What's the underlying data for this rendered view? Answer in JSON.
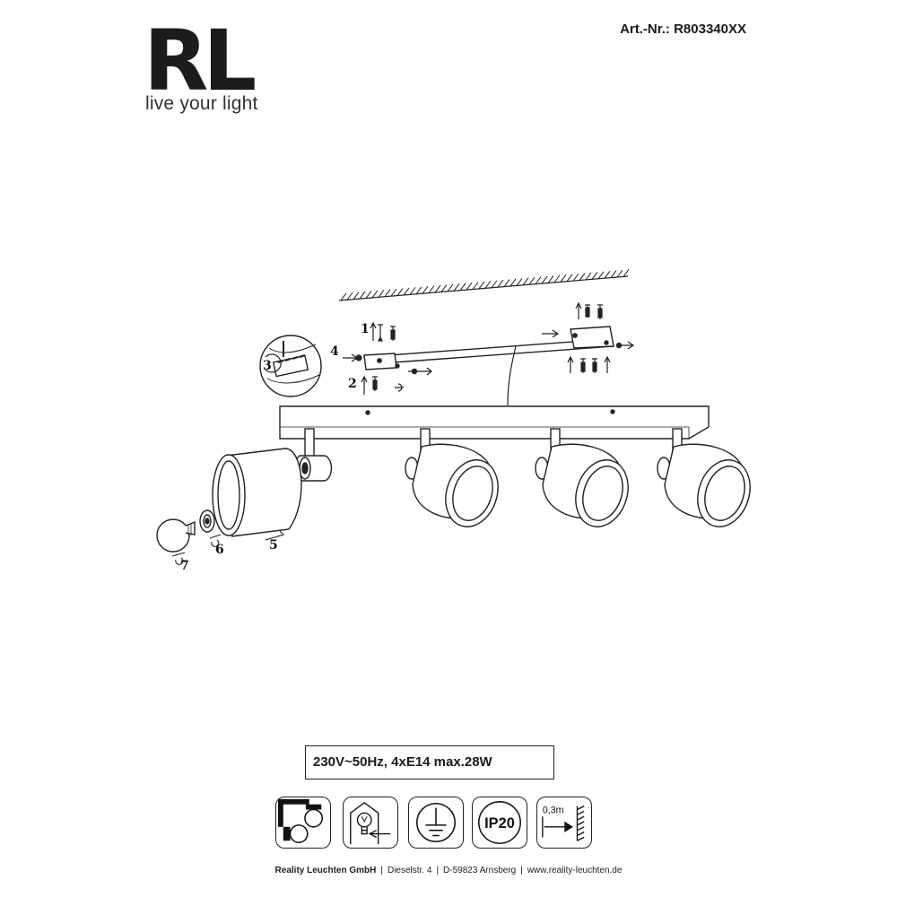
{
  "header": {
    "logo_mark": "RL",
    "logo_tagline": "live your light",
    "article_number": "Art.-Nr.: R803340XX"
  },
  "diagram": {
    "step_labels": [
      "1",
      "2",
      "3",
      "4",
      "5",
      "6",
      "7"
    ]
  },
  "specs": {
    "rating": "230V~50Hz, 4xE14  max.28W"
  },
  "icons": [
    {
      "name": "adjustable-spot-icon"
    },
    {
      "name": "bulb-replacement-icon"
    },
    {
      "name": "protective-earth-icon"
    },
    {
      "name": "ip-rating-icon",
      "label": "IP20"
    },
    {
      "name": "min-distance-icon",
      "label": "0,3m"
    }
  ],
  "footer": {
    "company": "Reality Leuchten GmbH",
    "street": "Dieselstr. 4",
    "city": "D-59823 Arnsberg",
    "website": "www.reality-leuchten.de"
  }
}
